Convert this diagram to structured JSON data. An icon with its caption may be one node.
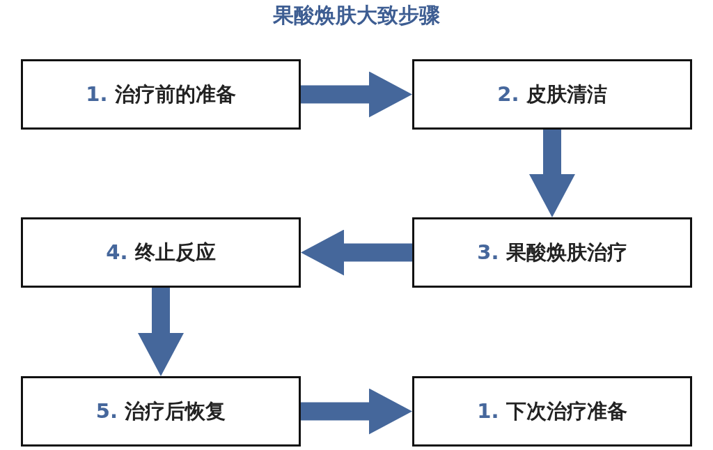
{
  "diagram": {
    "title": "果酸焕肤大致步骤",
    "nodes": [
      {
        "text": [
          "1. 治疗前的准备"
        ]
      },
      {
        "text": [
          "2. 皮肤清洁"
        ]
      },
      {
        "text": [
          "3. 果酸焕肤治疗"
        ]
      },
      {
        "text": [
          "4. 终止反应"
        ]
      },
      {
        "text": [
          "5. 治疗后恢复"
        ]
      },
      {
        "text": [
          "1. 下次治疗准备"
        ]
      }
    ],
    "edges": [
      {
        "from": 0,
        "to": 1,
        "arrow": "to"
      },
      {
        "from": 1,
        "to": 2,
        "arrow": "to"
      },
      {
        "from": 2,
        "to": 3,
        "arrow": "to"
      },
      {
        "from": 3,
        "to": 4,
        "arrow": "to"
      },
      {
        "from": 4,
        "to": 5,
        "arrow": "to"
      }
    ]
  }
}
